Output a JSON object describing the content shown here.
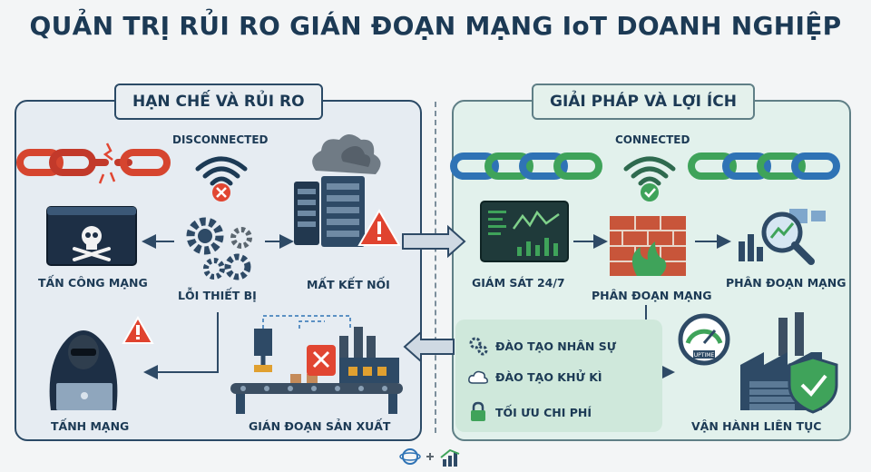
{
  "title": "QUẢN TRỊ RỦI RO GIÁN ĐOẠN MẠNG IoT DOANH NGHIỆP",
  "left_panel": {
    "title": "HẠN CHẾ VÀ RỦI RO",
    "status": "DISCONNECTED",
    "labels": {
      "cyber_attack": "TẤN CÔNG MẠNG",
      "device_fault": "LỖI THIẾT BỊ",
      "lost_connection": "MẤT KẾT NỐI",
      "hacker": "TẤNH MẠNG",
      "production_disruption": "GIÁN ĐOẠN SẢN XUẤT"
    }
  },
  "right_panel": {
    "title": "GIẢI PHÁP VÀ LỢI ÍCH",
    "status": "CONNECTED",
    "labels": {
      "monitoring": "GIÁM SÁT 24/7",
      "segmentation_firewall": "PHÂN ĐOẠN MẠNG",
      "segmentation_analytics": "PHÂN ĐOẠN MẠNG",
      "continuous_operation": "VẬN HÀNH LIÊN TỤC",
      "uptime": "UPTIME"
    },
    "benefits": [
      {
        "icon": "gears-icon",
        "label": "ĐÀO TẠO NHÂN SỰ"
      },
      {
        "icon": "cloud-icon",
        "label": "ĐÀO TẠO KHỬ KÌ"
      },
      {
        "icon": "lock-icon",
        "label": "TỐI ƯU CHI PHÍ"
      }
    ]
  },
  "colors": {
    "navy": "#1c3a55",
    "chain_red": "#d6452f",
    "chain_blue": "#2f73b5",
    "chain_green": "#3fa35a",
    "alert_red": "#e14632",
    "warning_red": "#e0432f"
  }
}
